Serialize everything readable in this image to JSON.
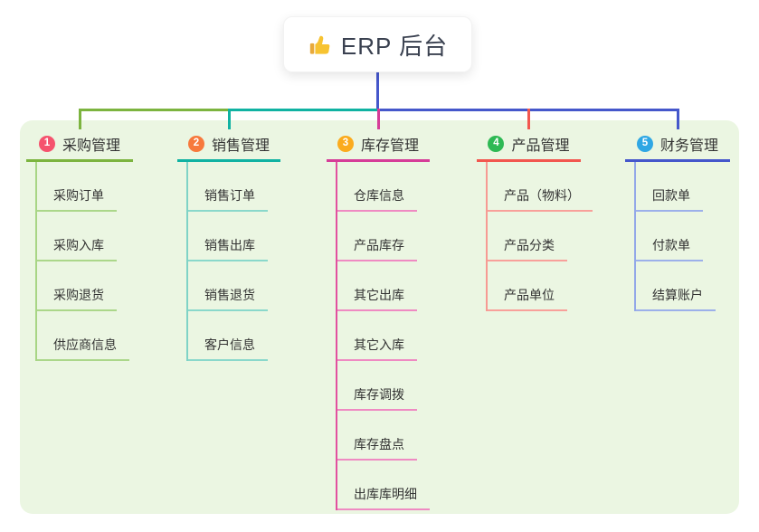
{
  "root": {
    "label": "ERP 后台",
    "icon": "thumbs-up-icon"
  },
  "canvas": {
    "background": "#ffffff",
    "panel_background": "#ebf6e2"
  },
  "connector": {
    "root_line_color": "#4557cb"
  },
  "branches": [
    {
      "num": "1",
      "label": "采购管理",
      "badge_color": "#f5536e",
      "line_color": "#7cb43f",
      "stem_color": "#a8d585",
      "item_line_color": "#abd78a",
      "items": [
        "采购订单",
        "采购入库",
        "采购退货",
        "供应商信息"
      ]
    },
    {
      "num": "2",
      "label": "销售管理",
      "badge_color": "#f7793c",
      "line_color": "#10b2a2",
      "stem_color": "#7fd3c6",
      "item_line_color": "#8ad8cb",
      "items": [
        "销售订单",
        "销售出库",
        "销售退货",
        "客户信息"
      ]
    },
    {
      "num": "3",
      "label": "库存管理",
      "badge_color": "#fbab1d",
      "line_color": "#d63d98",
      "stem_color": "#e2509f",
      "item_line_color": "#ef8ac2",
      "items": [
        "仓库信息",
        "产品库存",
        "其它出库",
        "其它入库",
        "库存调拨",
        "库存盘点",
        "出库库明细"
      ]
    },
    {
      "num": "4",
      "label": "产品管理",
      "badge_color": "#2eb954",
      "line_color": "#f2574f",
      "stem_color": "#f79a93",
      "item_line_color": "#f8a09a",
      "items": [
        "产品（物料）",
        "产品分类",
        "产品单位"
      ]
    },
    {
      "num": "5",
      "label": "财务管理",
      "badge_color": "#2fa7e4",
      "line_color": "#4557cb",
      "stem_color": "#93a8e8",
      "item_line_color": "#9cb0ea",
      "items": [
        "回款单",
        "付款单",
        "结算账户"
      ]
    }
  ]
}
